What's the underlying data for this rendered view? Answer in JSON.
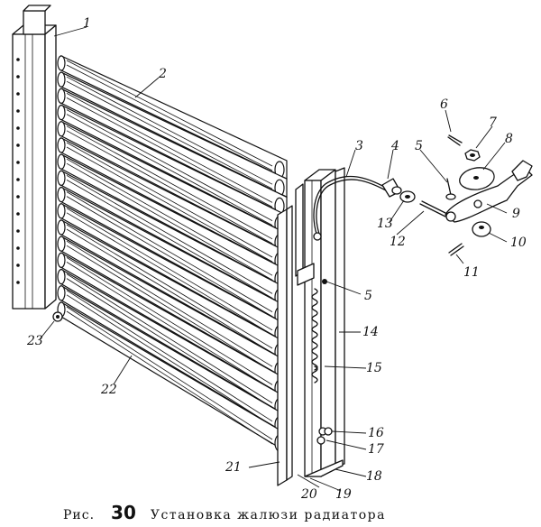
{
  "caption": {
    "prefix": "Рис.",
    "number": "30",
    "title": "Установка жалюзи радиатора"
  },
  "callouts": {
    "c1": "1",
    "c2": "2",
    "c3": "3",
    "c4": "4",
    "c5a": "5",
    "c5b": "5",
    "c6": "6",
    "c7": "7",
    "c8": "8",
    "c9": "9",
    "c10": "10",
    "c11": "11",
    "c12": "12",
    "c13": "13",
    "c14": "14",
    "c15": "15",
    "c16": "16",
    "c17": "17",
    "c18": "18",
    "c19": "19",
    "c20": "20",
    "c21": "21",
    "c22": "22",
    "c23": "23"
  }
}
